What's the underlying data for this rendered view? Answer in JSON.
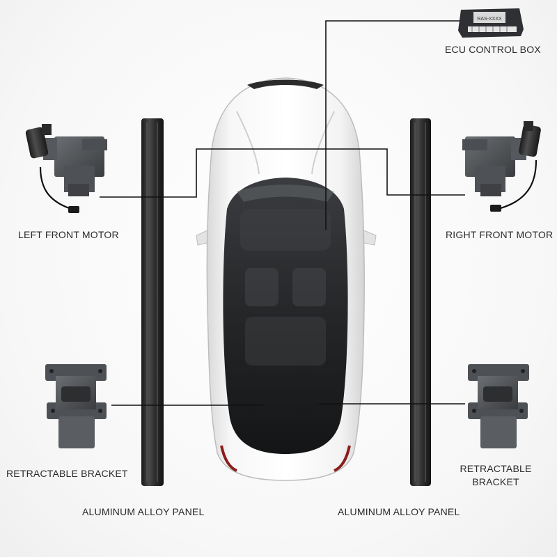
{
  "labels": {
    "ecu": "ECU CONTROL BOX",
    "left_motor": "LEFT FRONT MOTOR",
    "right_motor": "RIGHT FRONT MOTOR",
    "left_bracket": "RETRACTABLE BRACKET",
    "right_bracket_line1": "RETRACTABLE",
    "right_bracket_line2": "BRACKET",
    "left_panel": "ALUMINUM ALLOY PANEL",
    "right_panel": "ALUMINUM ALLOY PANEL"
  },
  "ecu_sticker_text": "RAS-XXXX",
  "colors": {
    "leader_line": "#111111",
    "metal_dark": "#3b3d40",
    "metal_mid": "#5d6064",
    "panel": "#2b2b2b",
    "car_body": "#f2f2f2",
    "glass": "#1e1f21"
  }
}
